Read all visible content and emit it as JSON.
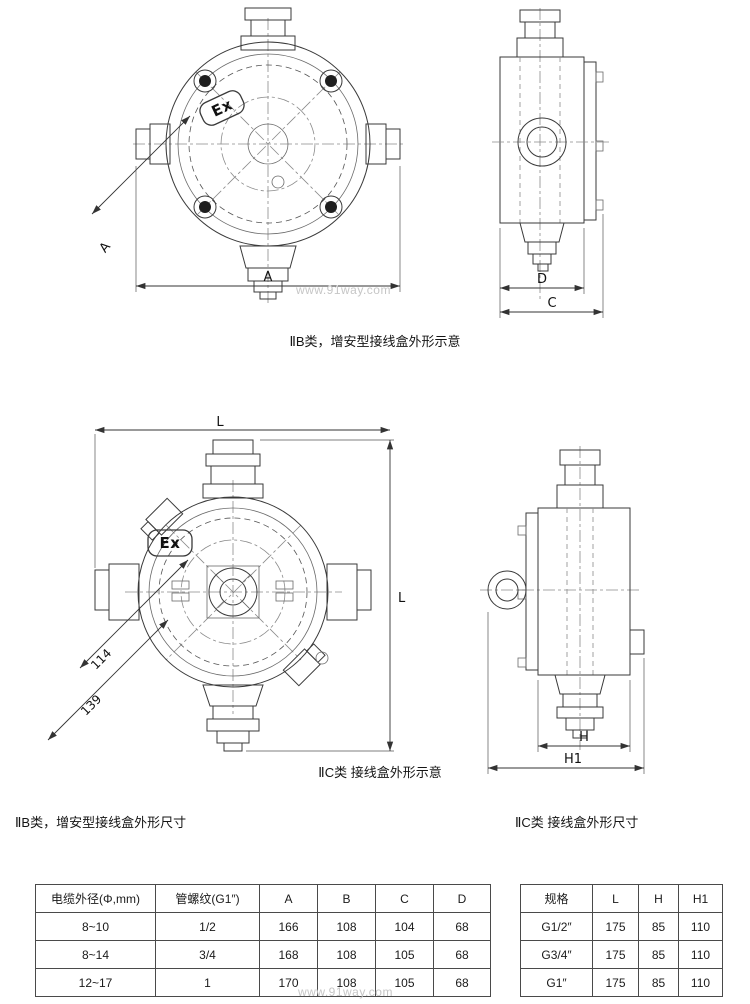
{
  "watermark": {
    "text": "www.91way.com"
  },
  "figures": {
    "iib": {
      "caption": "ⅡB类，增安型接线盒外形示意",
      "ex_label": "Ex",
      "front": {
        "dim_diag": "A",
        "dim_width": "A"
      },
      "side": {
        "dim_d": "D",
        "dim_c": "C"
      }
    },
    "iic": {
      "caption": "ⅡC类 接线盒外形示意",
      "ex_label": "Ex",
      "front": {
        "dim_top": "L",
        "dim_right": "L",
        "dim_114": "114",
        "dim_139": "139"
      },
      "side": {
        "dim_h": "H",
        "dim_h1": "H1"
      }
    }
  },
  "tables": {
    "iib": {
      "title": "ⅡB类，增安型接线盒外形尺寸",
      "headers": [
        "电缆外径(Φ,mm)",
        "管螺纹(G1″)",
        "A",
        "B",
        "C",
        "D"
      ],
      "rows": [
        [
          "8~10",
          "1/2",
          "166",
          "108",
          "104",
          "68"
        ],
        [
          "8~14",
          "3/4",
          "168",
          "108",
          "105",
          "68"
        ],
        [
          "12~17",
          "1",
          "170",
          "108",
          "105",
          "68"
        ]
      ]
    },
    "iic": {
      "title": "ⅡC类 接线盒外形尺寸",
      "headers": [
        "规格",
        "L",
        "H",
        "H1"
      ],
      "rows": [
        [
          "G1/2″",
          "175",
          "85",
          "110"
        ],
        [
          "G3/4″",
          "175",
          "85",
          "110"
        ],
        [
          "G1″",
          "175",
          "85",
          "110"
        ]
      ]
    }
  }
}
